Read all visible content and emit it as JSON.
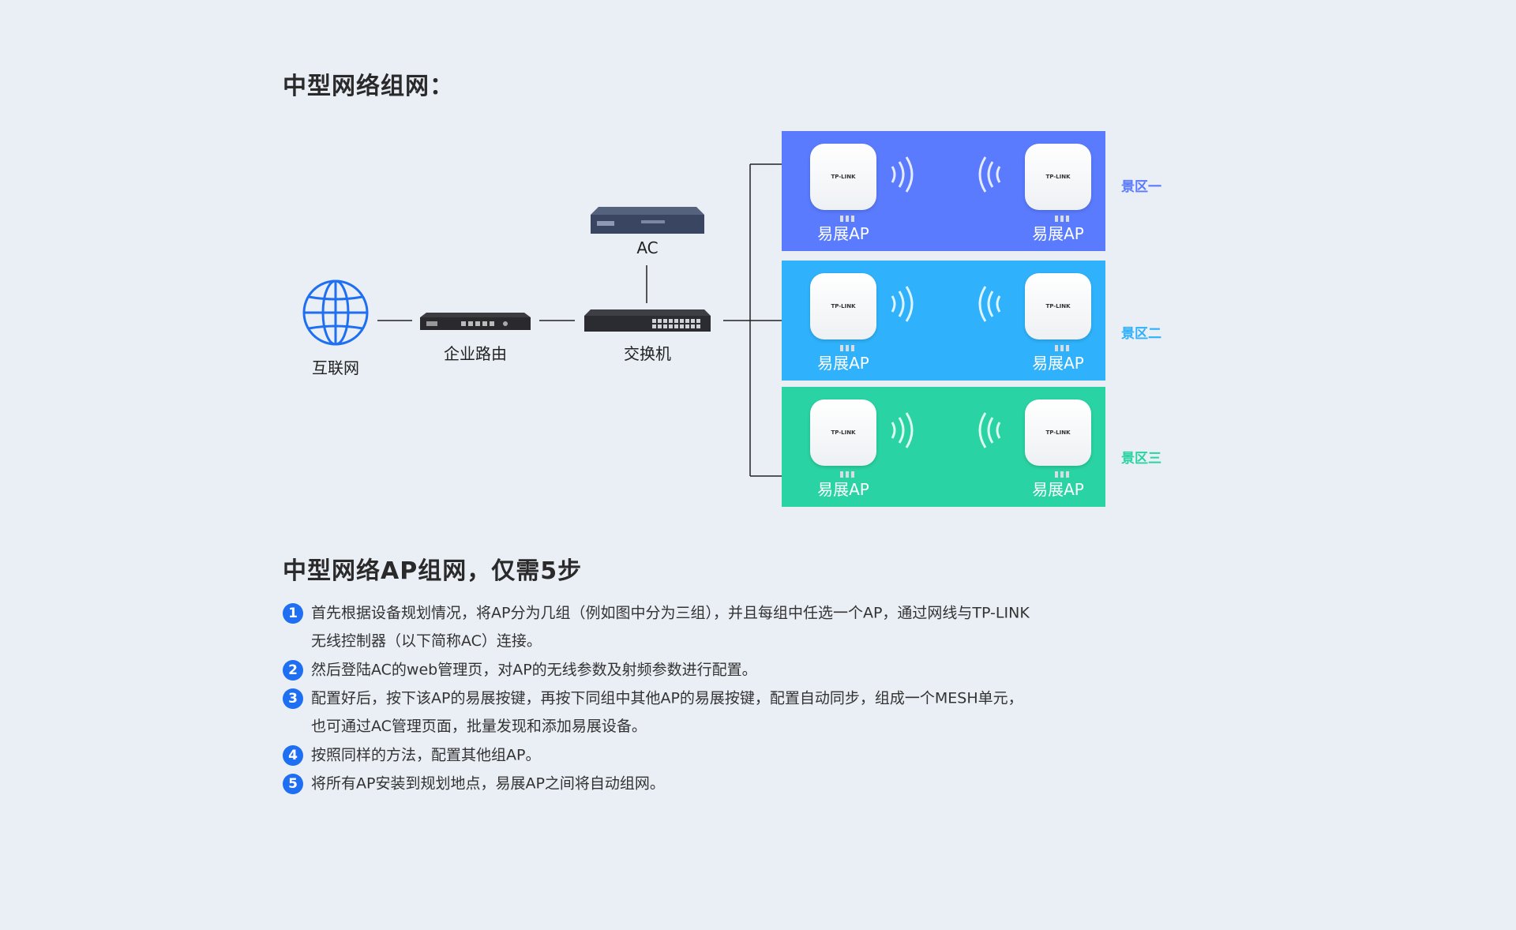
{
  "title_top": "中型网络组网：",
  "title_steps": "中型网络AP组网，仅需5步",
  "nodes": {
    "internet": "互联网",
    "router": "企业路由",
    "switch": "交换机",
    "ac": "AC"
  },
  "device_brand": "TP-LINK",
  "zones": [
    {
      "tag": "景区一",
      "color": "#5a7bfd",
      "ap_left": "易展AP",
      "ap_right": "易展AP"
    },
    {
      "tag": "景区二",
      "color": "#2fb2fb",
      "ap_left": "易展AP",
      "ap_right": "易展AP"
    },
    {
      "tag": "景区三",
      "color": "#2ad3a3",
      "ap_left": "易展AP",
      "ap_right": "易展AP"
    }
  ],
  "steps": [
    {
      "num": "1",
      "line1": "首先根据设备规划情况，将AP分为几组（例如图中分为三组），并且每组中任选一个AP，通过网线与TP-LINK",
      "line2": "无线控制器（以下简称AC）连接。"
    },
    {
      "num": "2",
      "line1": "然后登陆AC的web管理页，对AP的无线参数及射频参数进行配置。"
    },
    {
      "num": "3",
      "line1": "配置好后，按下该AP的易展按键，再按下同组中其他AP的易展按键，配置自动同步，组成一个MESH单元，",
      "line2": "也可通过AC管理页面，批量发现和添加易展设备。"
    },
    {
      "num": "4",
      "line1": "按照同样的方法，配置其他组AP。"
    },
    {
      "num": "5",
      "line1": "将所有AP安装到规划地点，易展AP之间将自动组网。"
    }
  ],
  "colors": {
    "accent": "#1e6ff1",
    "background": "#eaeef5",
    "line": "#222222"
  }
}
